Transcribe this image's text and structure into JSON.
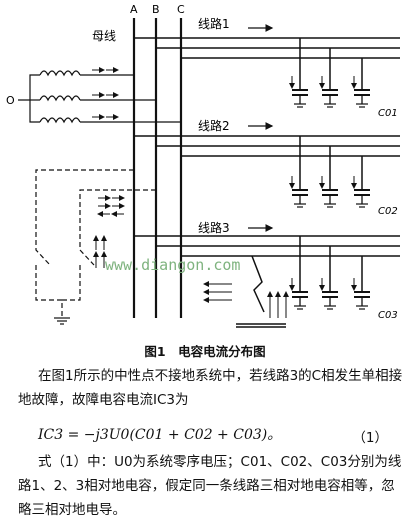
{
  "diagram": {
    "bus_labels": [
      "A",
      "B",
      "C"
    ],
    "busbar_label": "母线",
    "neutral_label": "O",
    "lines": [
      {
        "label": "线路1",
        "capacitor_label": "C01"
      },
      {
        "label": "线路2",
        "capacitor_label": "C02"
      },
      {
        "label": "线路3",
        "capacitor_label": "C03"
      }
    ],
    "watermark": "www.diangon.com"
  },
  "caption": "图1　电容电流分布图",
  "paragraph1": "在图1所示的中性点不接地系统中，若线路3的C相发生单相接地故障，故障电容电流IC3为",
  "formula": "IC3 = −j3U0(C01 + C02 + C03)。",
  "equation_number": "（1）",
  "paragraph2": "式（1）中：U0为系统零序电压；C01、C02、C03分别为线路1、2、3相对地电容，假定同一条线路三相对地电容相等，忽略三相对地电导。"
}
